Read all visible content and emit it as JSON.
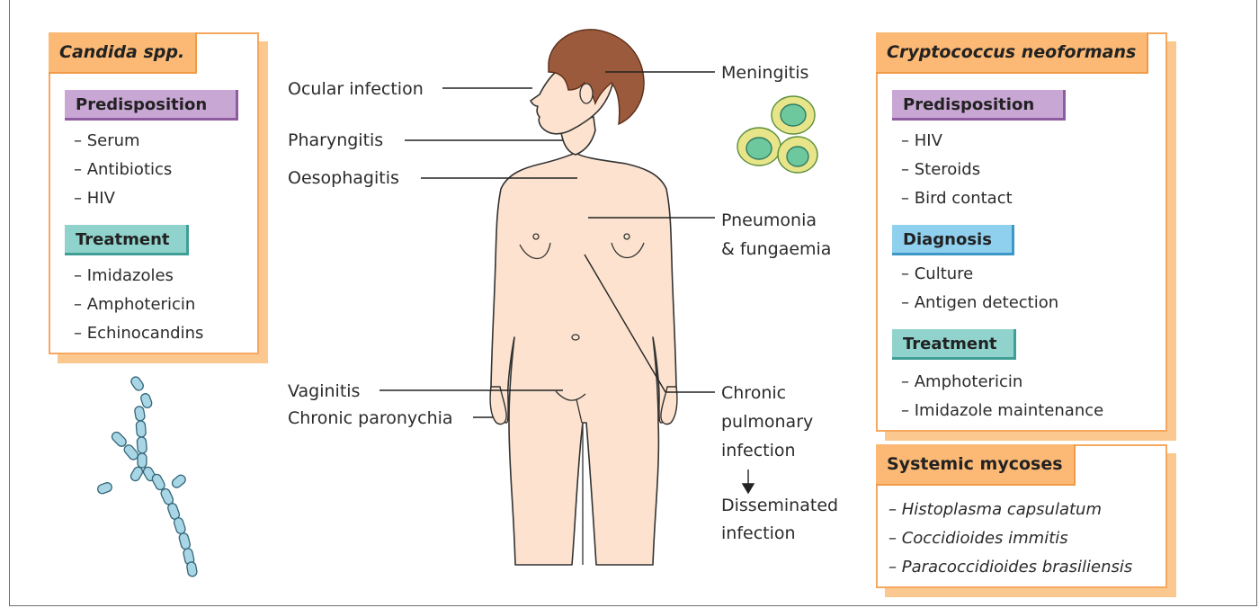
{
  "candida": {
    "title": "Candida spp.",
    "predisposition_label": "Predisposition",
    "predisposition": [
      "– Serum",
      "– Antibiotics",
      "– HIV"
    ],
    "treatment_label": "Treatment",
    "treatment": [
      "– Imidazoles",
      "– Amphotericin",
      "– Echinocandins"
    ]
  },
  "cryptococcus": {
    "title": "Cryptococcus neoformans",
    "predisposition_label": "Predisposition",
    "predisposition": [
      "– HIV",
      "– Steroids",
      "– Bird contact"
    ],
    "diagnosis_label": "Diagnosis",
    "diagnosis": [
      "– Culture",
      "– Antigen detection"
    ],
    "treatment_label": "Treatment",
    "treatment": [
      "– Amphotericin",
      "– Imidazole maintenance"
    ]
  },
  "systemic": {
    "title": "Systemic mycoses",
    "items": [
      "– Histoplasma capsulatum",
      "– Coccidioides immitis",
      "– Paracoccidioides brasiliensis"
    ]
  },
  "body_labels": {
    "ocular": "Ocular infection",
    "pharyngitis": "Pharyngitis",
    "oesophagitis": "Oesophagitis",
    "vaginitis": "Vaginitis",
    "paronychia": "Chronic paronychia",
    "meningitis": "Meningitis",
    "pneumonia_1": "Pneumonia",
    "pneumonia_2": "& fungaemia",
    "chronic_1": "Chronic",
    "chronic_2": "pulmonary",
    "chronic_3": "infection",
    "disseminated_1": "Disseminated",
    "disseminated_2": "infection"
  },
  "colors": {
    "panel_border": "#f6a860",
    "panel_title": "#fbb975",
    "purple_tag": "#c9a7d4",
    "teal_tag": "#8fd3cc",
    "blue_tag": "#8fd0ef",
    "skin": "#fde3cf",
    "hair": "#9b5a3c"
  }
}
